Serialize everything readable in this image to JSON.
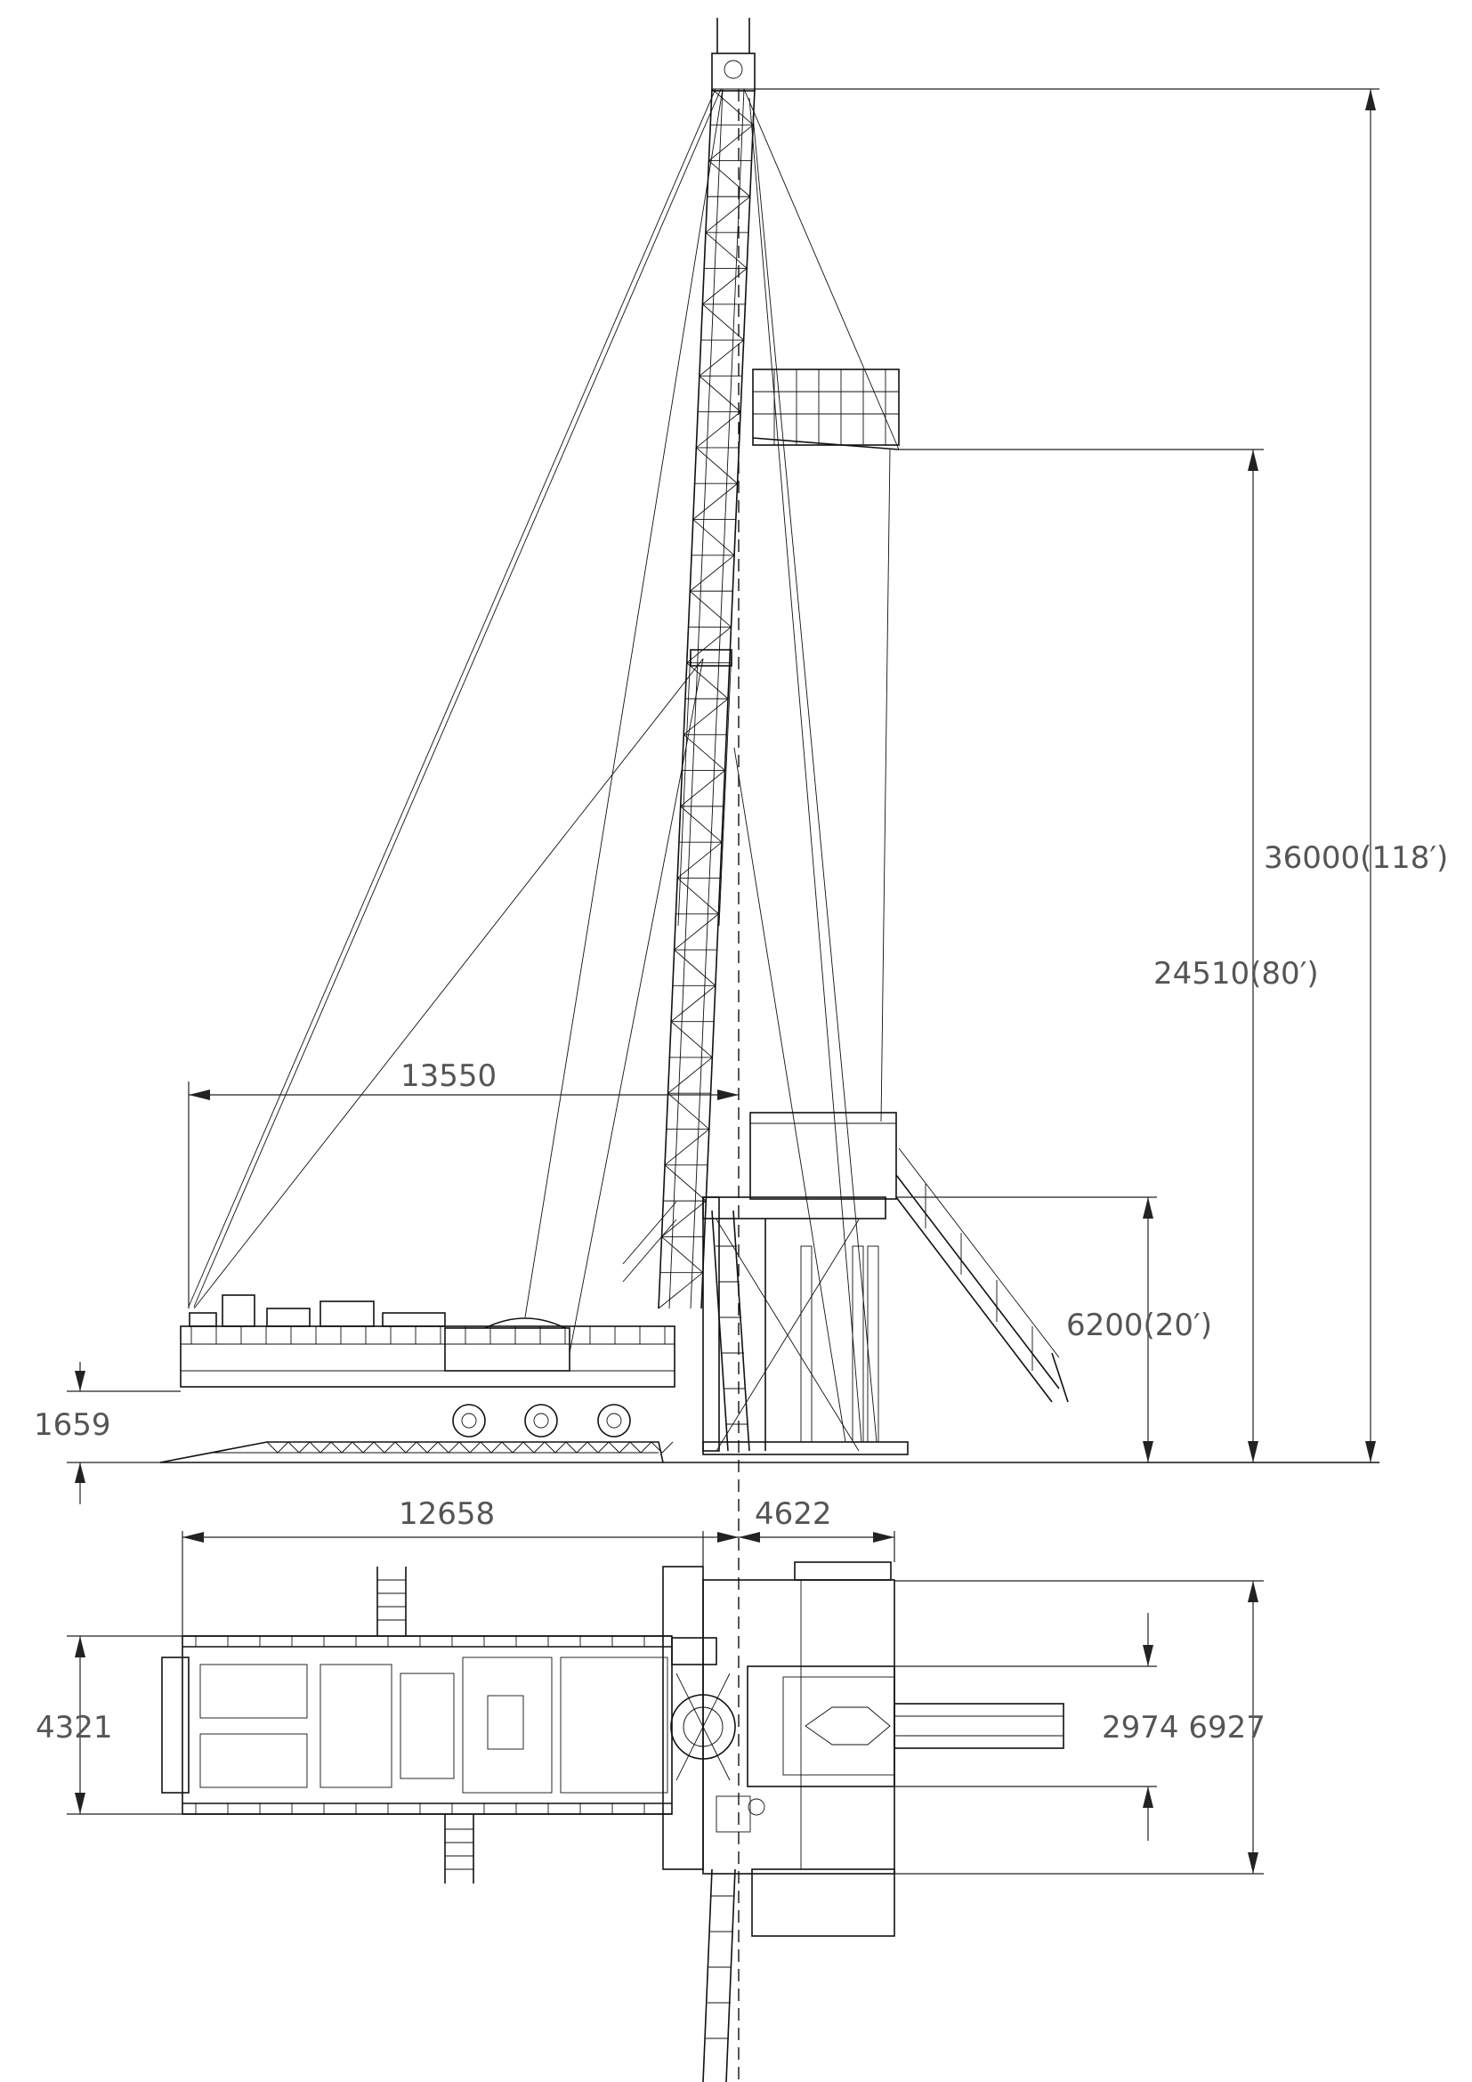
{
  "drawing": {
    "line_color": "#111111",
    "dimension_text_color": "#555555",
    "background": "#ffffff"
  },
  "dimensions": {
    "total_height": "36000(118′)",
    "mast_height": "24510(80′)",
    "floor_height": "6200(20′)",
    "ground_clearance": "1659",
    "guy_span": "13550",
    "carrier_length": "12658",
    "substructure_offset": "4622",
    "carrier_width": "4321",
    "floor_widths": "2974 6927"
  }
}
